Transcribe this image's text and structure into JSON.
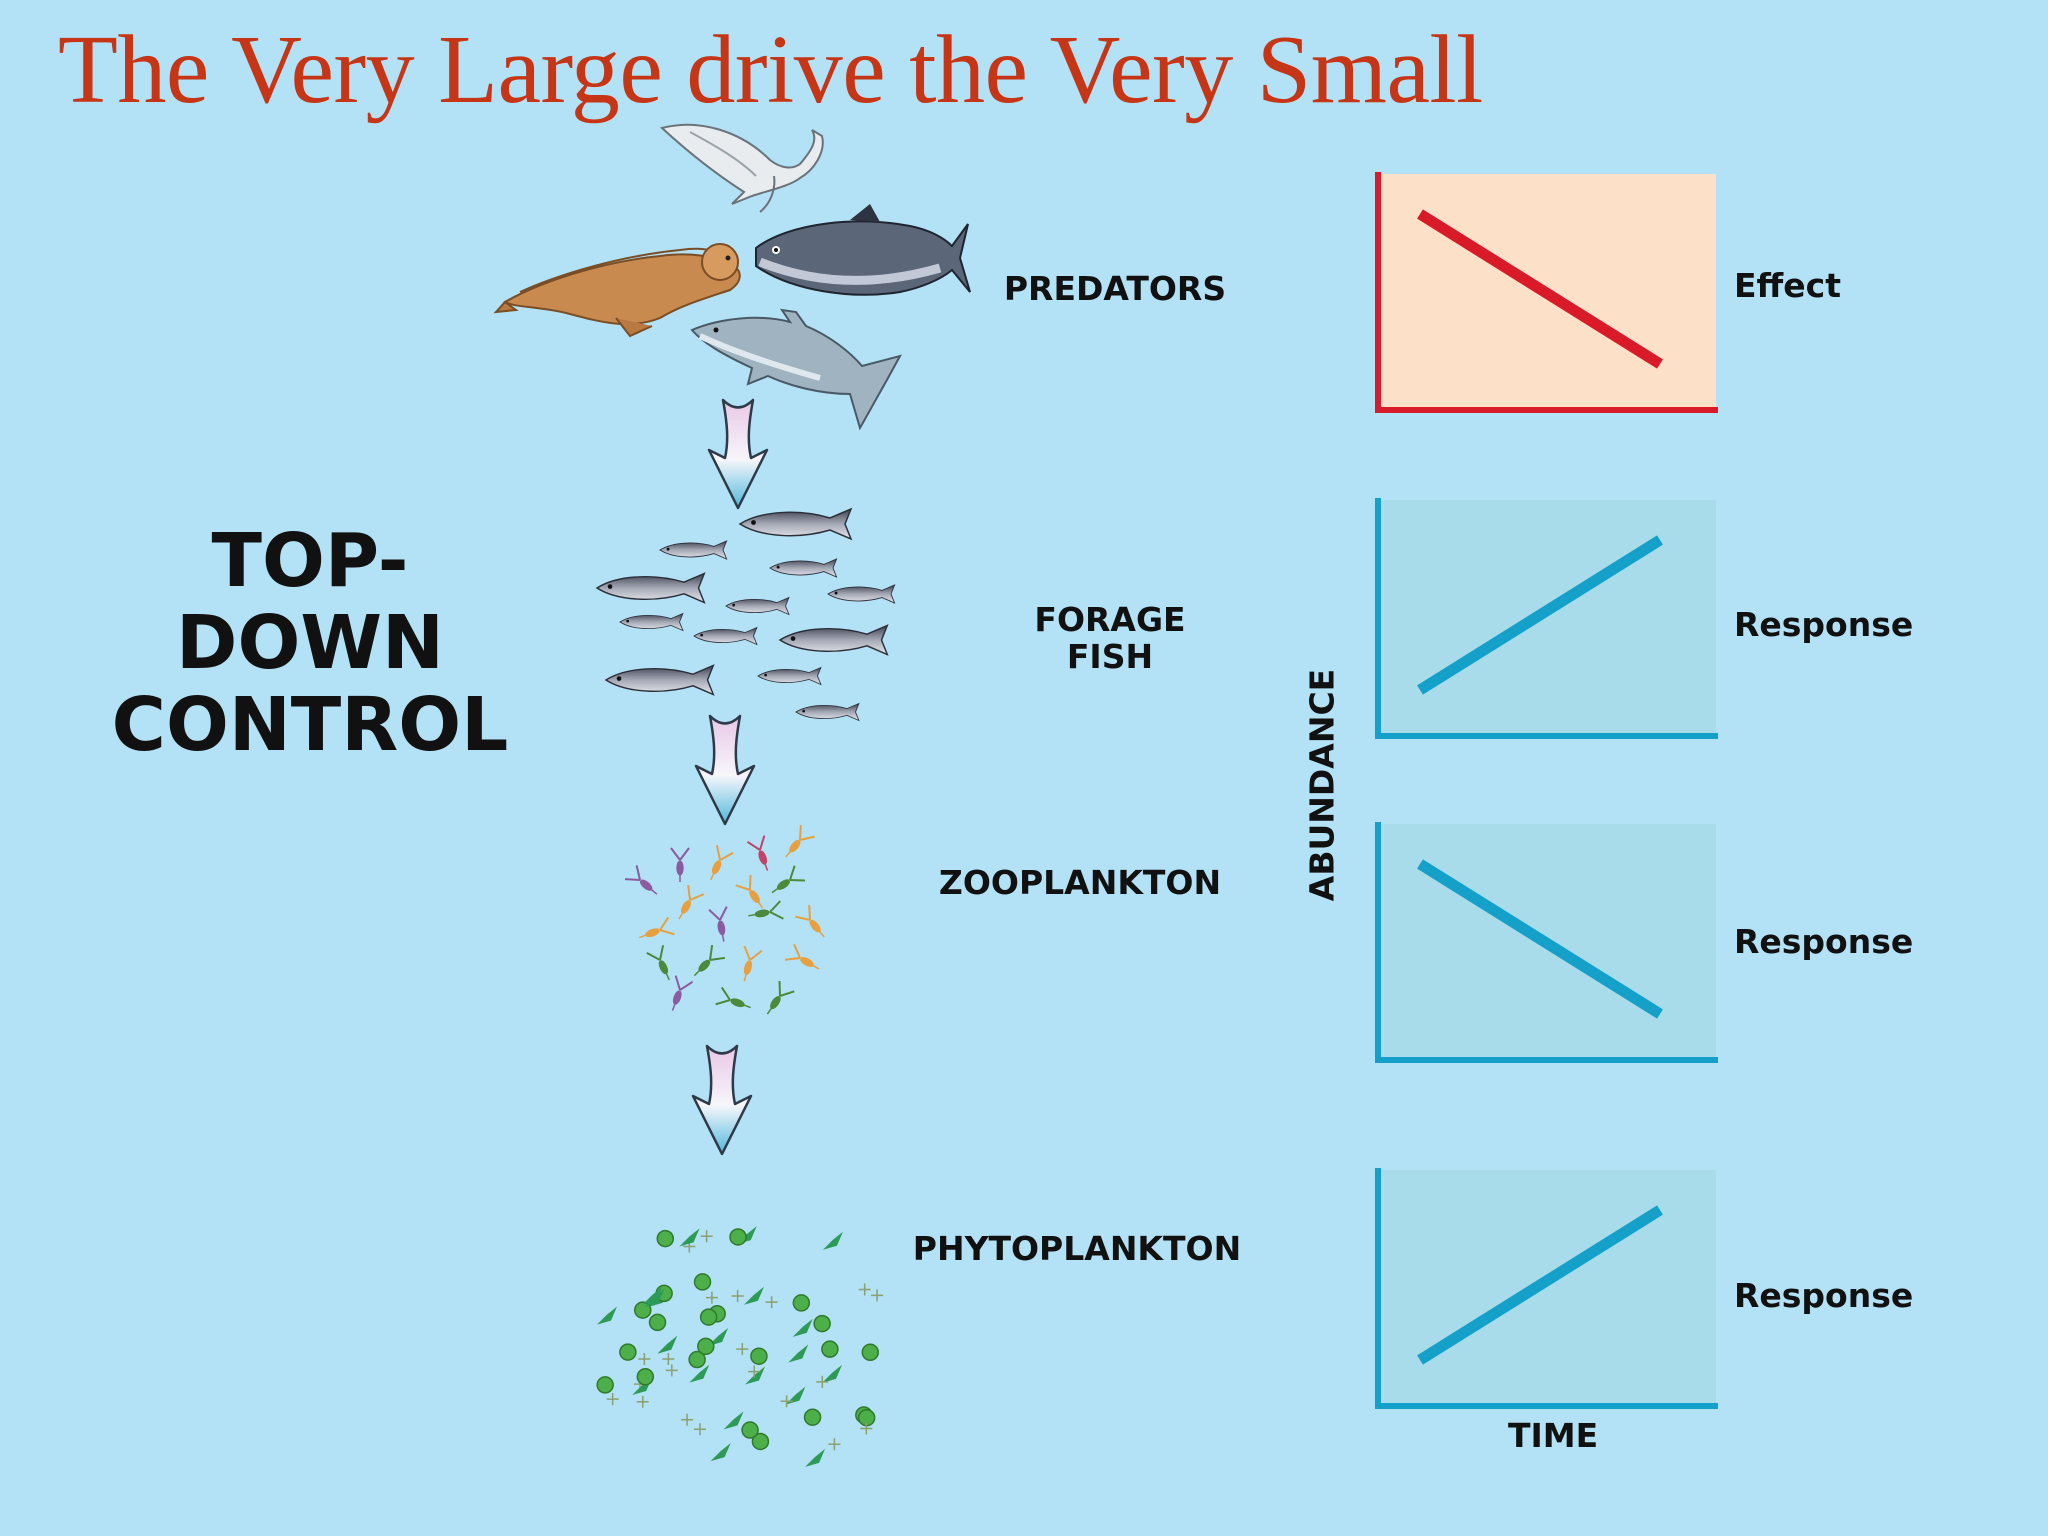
{
  "title": "The Very Large drive the Very Small",
  "control_label_line1": "TOP-DOWN",
  "control_label_line2": "CONTROL",
  "levels": [
    {
      "label": "PREDATORS",
      "effect_label": "Effect",
      "trend": "decrease",
      "color": "#d91a28",
      "bg": "#fde0c8"
    },
    {
      "label": "FORAGE\nFISH",
      "effect_label": "Response",
      "trend": "increase",
      "color": "#14a0c8",
      "bg": "#a8dceb"
    },
    {
      "label": "ZOOPLANKTON",
      "effect_label": "Response",
      "trend": "decrease",
      "color": "#14a0c8",
      "bg": "#a8dceb"
    },
    {
      "label": "PHYTOPLANKTON",
      "effect_label": "Response",
      "trend": "increase",
      "color": "#14a0c8",
      "bg": "#a8dceb"
    }
  ],
  "axes": {
    "y_label": "ABUNDANCE",
    "x_label": "TIME"
  },
  "icons": [
    "seagull-icon",
    "seal-icon",
    "tuna-icon",
    "shark-icon",
    "sardine-icon",
    "copepod-icon",
    "phytoplankton-icon",
    "down-arrow-icon"
  ]
}
